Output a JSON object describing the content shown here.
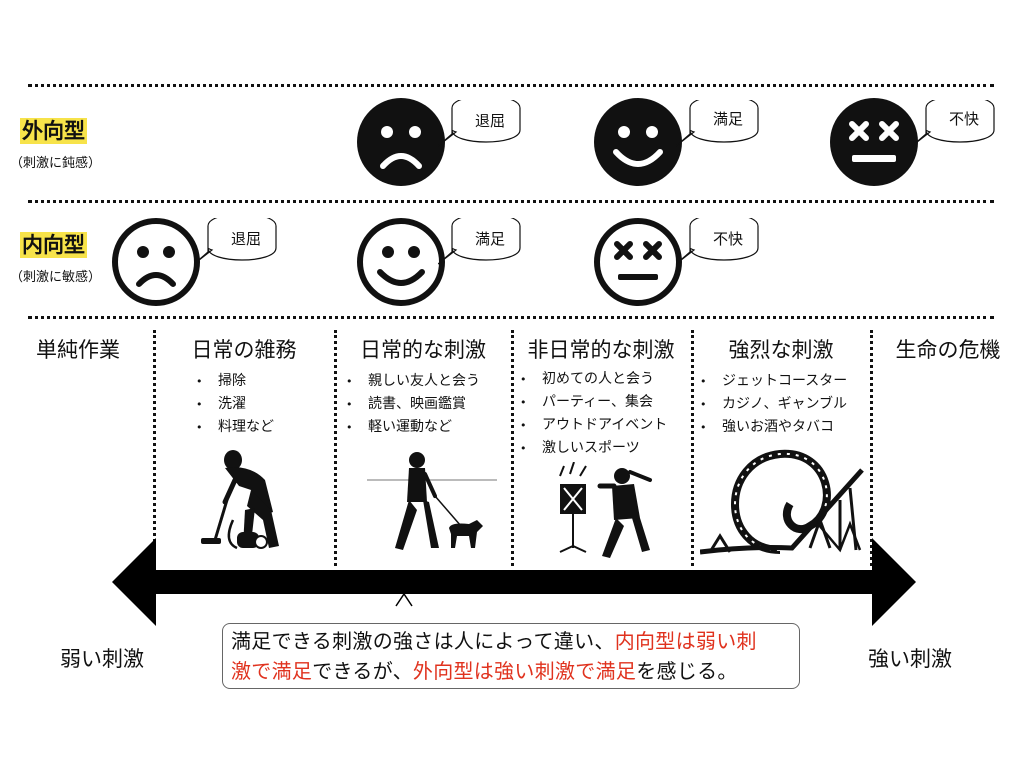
{
  "rows": [
    {
      "label": "外向型",
      "sub": "（刺激に鈍感）",
      "faces": [
        {
          "mood": "sad",
          "bubble": "退屈"
        },
        {
          "mood": "smile",
          "bubble": "満足"
        },
        {
          "mood": "cross",
          "bubble": "不快"
        }
      ]
    },
    {
      "label": "内向型",
      "sub": "（刺激に敏感）",
      "faces": [
        {
          "mood": "sad",
          "bubble": "退屈"
        },
        {
          "mood": "smile",
          "bubble": "満足"
        },
        {
          "mood": "cross",
          "bubble": "不快"
        }
      ]
    }
  ],
  "categories": [
    {
      "title": "単純作業",
      "items": []
    },
    {
      "title": "日常の雑務",
      "items": [
        "掃除",
        "洗濯",
        "料理など"
      ],
      "illustration": "vacuuming-person-icon"
    },
    {
      "title": "日常的な刺激",
      "items": [
        "親しい友人と会う",
        "読書、映画鑑賞",
        "軽い運動など"
      ],
      "illustration": "dog-walking-person-icon"
    },
    {
      "title": "非日常的な刺激",
      "items": [
        "初めての人と会う",
        "パーティー、集会",
        "アウトドアイベント",
        "激しいスポーツ"
      ],
      "illustration": "singer-with-speaker-icon"
    },
    {
      "title": "強烈な刺激",
      "items": [
        "ジェットコースター",
        "カジノ、ギャンブル",
        "強いお酒やタバコ"
      ],
      "illustration": "roller-coaster-icon"
    },
    {
      "title": "生命の危機",
      "items": []
    }
  ],
  "axis": {
    "left_label": "弱い刺激",
    "right_label": "強い刺激"
  },
  "callout": {
    "line1_a": "満足できる刺激の強さは人によって違い、",
    "line1_b": "内向型は弱い刺",
    "line2_a": "激で満足",
    "line2_b": "できるが、",
    "line2_c": "外向型は強い刺激で満足",
    "line2_d": "を感じる。"
  },
  "colors": {
    "highlight": "#f7e34a",
    "accent_red": "#e0321e",
    "ink": "#111111"
  }
}
